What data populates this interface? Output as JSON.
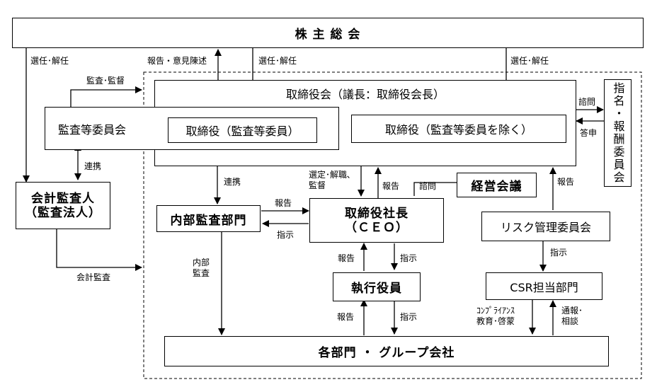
{
  "boxes": {
    "shareholders": "株 主 総 会",
    "board_title": "取締役会（議長：取締役会長）",
    "audit_committee": "監査等委員会",
    "director_audit": "取締役（監査等委員）",
    "director_non_audit": "取締役（監査等委員を除く）",
    "nomination_committee": "指名・報酬委員会",
    "accounting_auditor_line1": "会計監査人",
    "accounting_auditor_line2": "（監査法人）",
    "internal_audit": "内部監査部門",
    "president_line1": "取締役社長",
    "president_line2": "（ＣＥＯ）",
    "management_meeting": "経営会議",
    "risk_committee": "リスク管理委員会",
    "executives": "執行役員",
    "csr_dept": "CSR担当部門",
    "departments": "各部門 ・ グループ会社"
  },
  "labels": {
    "elect_dismiss_left": "選任･解任",
    "report_opinion": "報告・意見陳述",
    "elect_dismiss_mid": "選任･解任",
    "elect_dismiss_right": "選任･解任",
    "audit_supervise": "監査･監督",
    "consult": "諮問",
    "answer": "答申",
    "cooperate_left": "連携",
    "cooperate_mid": "連携",
    "select_dismiss_supervise_1": "選定･解職､",
    "select_dismiss_supervise_2": "監督",
    "report_board": "報告",
    "consult_mgmt": "諮問",
    "report_risk": "報告",
    "report_internal": "報告",
    "instruct_internal": "指示",
    "internal_audit_label_1": "内部",
    "internal_audit_label_2": "監査",
    "report_exec": "報告",
    "instruct_exec": "指示",
    "instruct_csr": "指示",
    "accounting_audit": "会計監査",
    "report_dept": "報告",
    "instruct_dept": "指示",
    "compliance_1": "ｺﾝﾌﾟﾗｲｱﾝｽ",
    "compliance_2": "教育･啓蒙",
    "whistle_1": "通報･",
    "whistle_2": "相談"
  }
}
